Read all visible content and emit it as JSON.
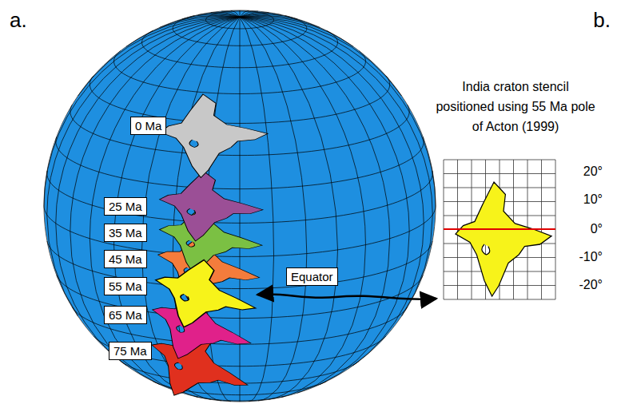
{
  "diagram": {
    "nodes": [
      {
        "text": [
          "0 Ma"
        ]
      },
      {
        "text": [
          "25 Ma"
        ]
      },
      {
        "text": [
          "35 Ma"
        ]
      },
      {
        "text": [
          "45 Ma"
        ]
      },
      {
        "text": [
          "55 Ma"
        ]
      },
      {
        "text": [
          "65 Ma"
        ]
      },
      {
        "text": [
          "75 Ma"
        ]
      },
      {
        "text": [
          "Equator"
        ]
      }
    ],
    "labels": [
      "a.",
      "b.",
      "India craton stencil positioned using 55 Ma pole of Acton (1999)",
      "20°",
      "10°",
      "0°",
      "-10°",
      "-20°"
    ]
  }
}
